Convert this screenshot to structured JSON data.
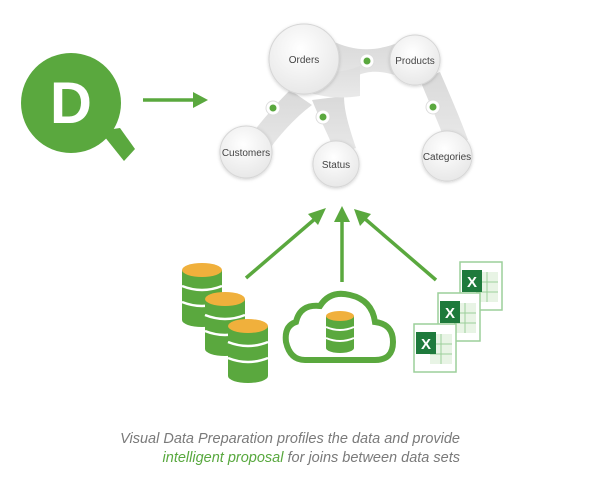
{
  "logo": {
    "letter": "D"
  },
  "nodes": {
    "orders": "Orders",
    "products": "Products",
    "customers": "Customers",
    "status": "Status",
    "categories": "Categories"
  },
  "caption": {
    "line1": "Visual Data Preparation profiles the data and provide",
    "highlight": "intelligent proposal",
    "line2_rest": " for joins between data sets"
  },
  "colors": {
    "brand_green": "#5aa83e",
    "text_gray": "#7a7a7a",
    "node_fill": "#f4f4f4",
    "connector_gray": "#dadada",
    "excel_green": "#1e7a3c"
  },
  "icons": {
    "logo": "qlik-d-logo",
    "arrows": "arrow-icon",
    "databases": "database-stack-icon",
    "cloud": "cloud-database-icon",
    "excel": "excel-file-icon"
  }
}
